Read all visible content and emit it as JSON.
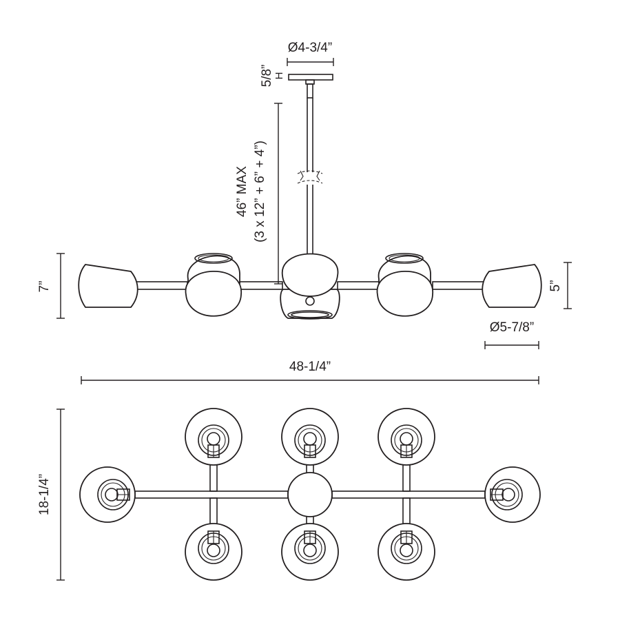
{
  "dimensions": {
    "canopy_diameter": "Ø4-3/4”",
    "canopy_height": "5/8”",
    "canopy_height_mark": "H",
    "max_height": "46” MAX",
    "stem_breakdown": "(3 x 12” + 6” + 4”)",
    "fixture_height": "7”",
    "shade_height": "5”",
    "shade_diameter": "Ø5-7/8”",
    "overall_width": "48-1/4”",
    "overall_depth": "18-1/4”"
  },
  "colors": {
    "line": "#231f20",
    "background": "#ffffff"
  }
}
